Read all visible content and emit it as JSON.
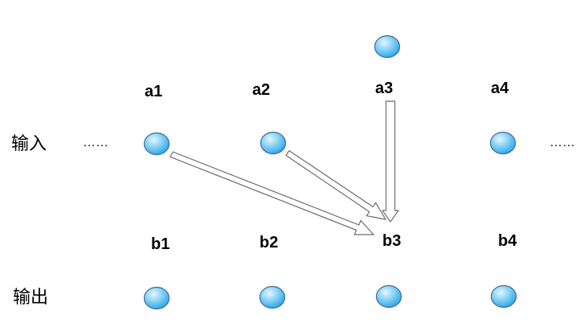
{
  "row_labels": {
    "input": "输入",
    "output": "输出"
  },
  "ellipsis": {
    "left": "……",
    "right": "……"
  },
  "input_nodes": [
    "a1",
    "a2",
    "a3",
    "a4"
  ],
  "output_nodes": [
    "b1",
    "b2",
    "b3",
    "b4"
  ],
  "extra_node": {
    "label": ""
  },
  "edges": [
    {
      "from": "a1",
      "to": "b3"
    },
    {
      "from": "a2",
      "to": "b3"
    },
    {
      "from": "extra",
      "to": "b3"
    }
  ],
  "colors": {
    "node_fill_light": "#e6f6ff",
    "node_fill_dark": "#2fa6ea",
    "node_stroke": "#3f6f93",
    "arrow_stroke": "#6e6e6e",
    "arrow_fill": "#ffffff"
  }
}
